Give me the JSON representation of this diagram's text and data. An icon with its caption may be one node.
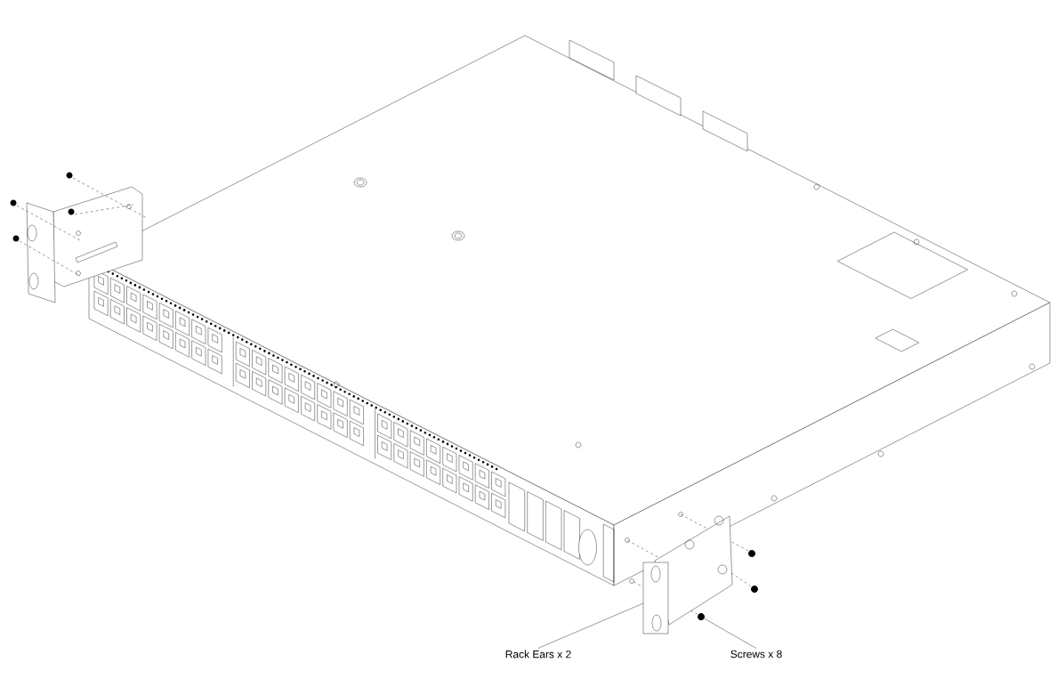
{
  "diagram": {
    "nodes": [
      {
        "text": [
          "Rack Ears x 2"
        ]
      },
      {
        "text": [
          "Screws x 8"
        ]
      },
      {
        "text": [],
        "shape": "picture"
      },
      {
        "text": [],
        "shape": "picture"
      }
    ],
    "edges": [
      {
        "from": 0,
        "to": 2,
        "arrow": "none"
      },
      {
        "from": 1,
        "to": 3,
        "arrow": "none"
      }
    ]
  }
}
